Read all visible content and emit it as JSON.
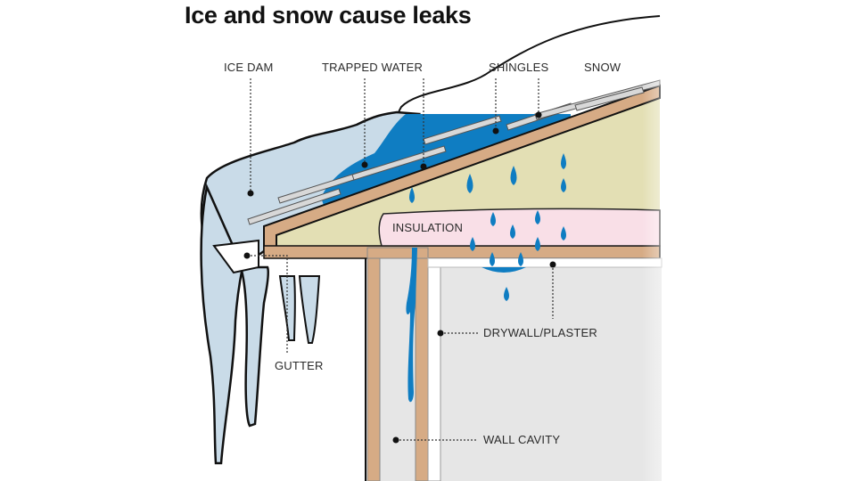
{
  "title": "Ice and snow cause leaks",
  "labels": {
    "ice_dam": "ICE DAM",
    "trapped_water": "TRAPPED WATER",
    "shingles": "SHINGLES",
    "snow": "SNOW",
    "insulation": "INSULATION",
    "gutter": "GUTTER",
    "drywall": "DRYWALL/PLASTER",
    "wall_cavity": "WALL CAVITY"
  },
  "colors": {
    "ice": "#c9dbe8",
    "water": "#0f7dc2",
    "wood": "#d6ab85",
    "attic": "#e3dfb4",
    "insulation": "#f9dfe7",
    "wall": "#e6e6e6",
    "outline": "#111111"
  }
}
